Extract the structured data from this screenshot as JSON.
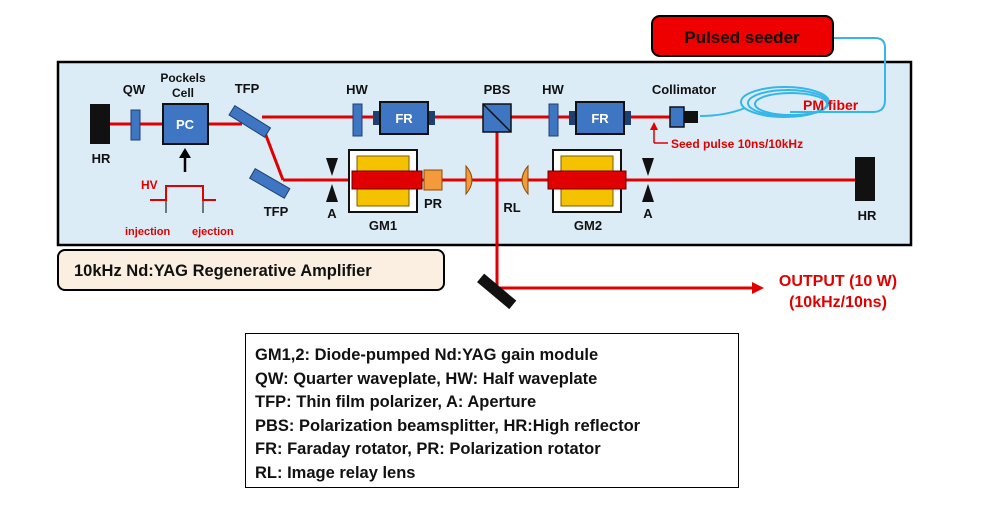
{
  "seeder": {
    "label": "Pulsed seeder"
  },
  "fiber": {
    "label": "PM fiber"
  },
  "collimator": {
    "label": "Collimator"
  },
  "seed_pulse": {
    "label": "Seed pulse 10ns/10kHz"
  },
  "components": {
    "qw": "QW",
    "pockels_line1": "Pockels",
    "pockels_line2": "Cell",
    "pc": "PC",
    "tfp_top": "TFP",
    "tfp_bottom": "TFP",
    "hw_left": "HW",
    "hw_right": "HW",
    "fr_left": "FR",
    "fr_right": "FR",
    "pbs": "PBS",
    "hr_left": "HR",
    "hr_right": "HR",
    "hv": "HV",
    "injection": "injection",
    "ejection": "ejection",
    "aperture_left": "A",
    "aperture_right": "A",
    "gm1": "GM1",
    "gm2": "GM2",
    "pr": "PR",
    "rl": "RL"
  },
  "amplifier": {
    "title": "10kHz Nd:YAG  Regenerative Amplifier"
  },
  "output": {
    "line1": "OUTPUT (10 W)",
    "line2": "(10kHz/10ns)"
  },
  "legend": {
    "lines": [
      "GM1,2: Diode-pumped Nd:YAG  gain module",
      "QW: Quarter waveplate, HW: Half waveplate",
      "TFP: Thin film polarizer, A: Aperture",
      "PBS: Polarization beamsplitter, HR:High reflector",
      "FR: Faraday rotator, PR: Polarization rotator",
      "RL: Image relay lens"
    ]
  },
  "colors": {
    "beam": "#e00000",
    "box_fill": "#dcecf6",
    "component_blue": "#3f76c4",
    "seeder_red": "#ee0000",
    "fiber": "#35b6e8",
    "gain_yellow": "#f5c200",
    "lens_orange": "#f39a3c"
  }
}
